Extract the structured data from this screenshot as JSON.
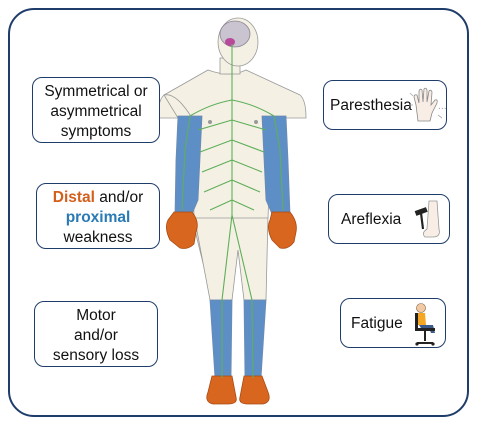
{
  "boxes": {
    "symptoms": {
      "lines": [
        "Symmetrical or",
        "asymmetrical",
        "symptoms"
      ]
    },
    "weakness": {
      "distal": "Distal",
      "and_or_1": " and/or",
      "proximal": "proximal",
      "weakness": "weakness"
    },
    "motor": {
      "lines": [
        "Motor",
        "and/or",
        "sensory loss"
      ]
    },
    "paresthesia": {
      "label": "Paresthesia"
    },
    "areflexia": {
      "label": "Areflexia"
    },
    "fatigue": {
      "label": "Fatigue"
    }
  },
  "colors": {
    "border": "#1f3d6b",
    "distal": "#d45f1c",
    "proximal": "#2a7ab5",
    "skin": "#f4f1e4",
    "limb_blue": "#5d8fc6",
    "hand_orange": "#d9661f",
    "nerve_green": "#5fae5a",
    "brain": "#c9c4cf"
  },
  "icons": {
    "hand": "tingling-hand-icon",
    "hammer": "reflex-hammer-icon",
    "chair": "tired-person-chair-icon"
  }
}
